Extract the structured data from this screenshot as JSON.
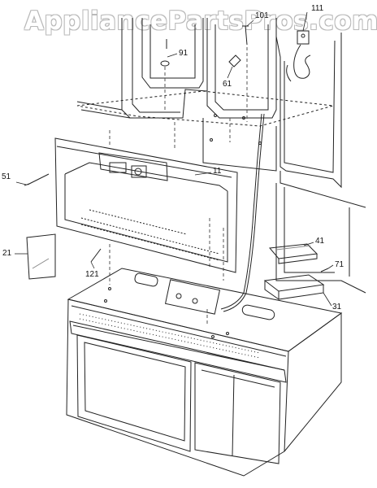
{
  "watermark": "AppliancePartsPros.com",
  "callouts": {
    "p101": "101",
    "p111": "111",
    "p91": "91",
    "p61": "61",
    "p51": "51",
    "p11": "11",
    "p21": "21",
    "p121": "121",
    "p41": "41",
    "p71": "71",
    "p31": "31"
  }
}
